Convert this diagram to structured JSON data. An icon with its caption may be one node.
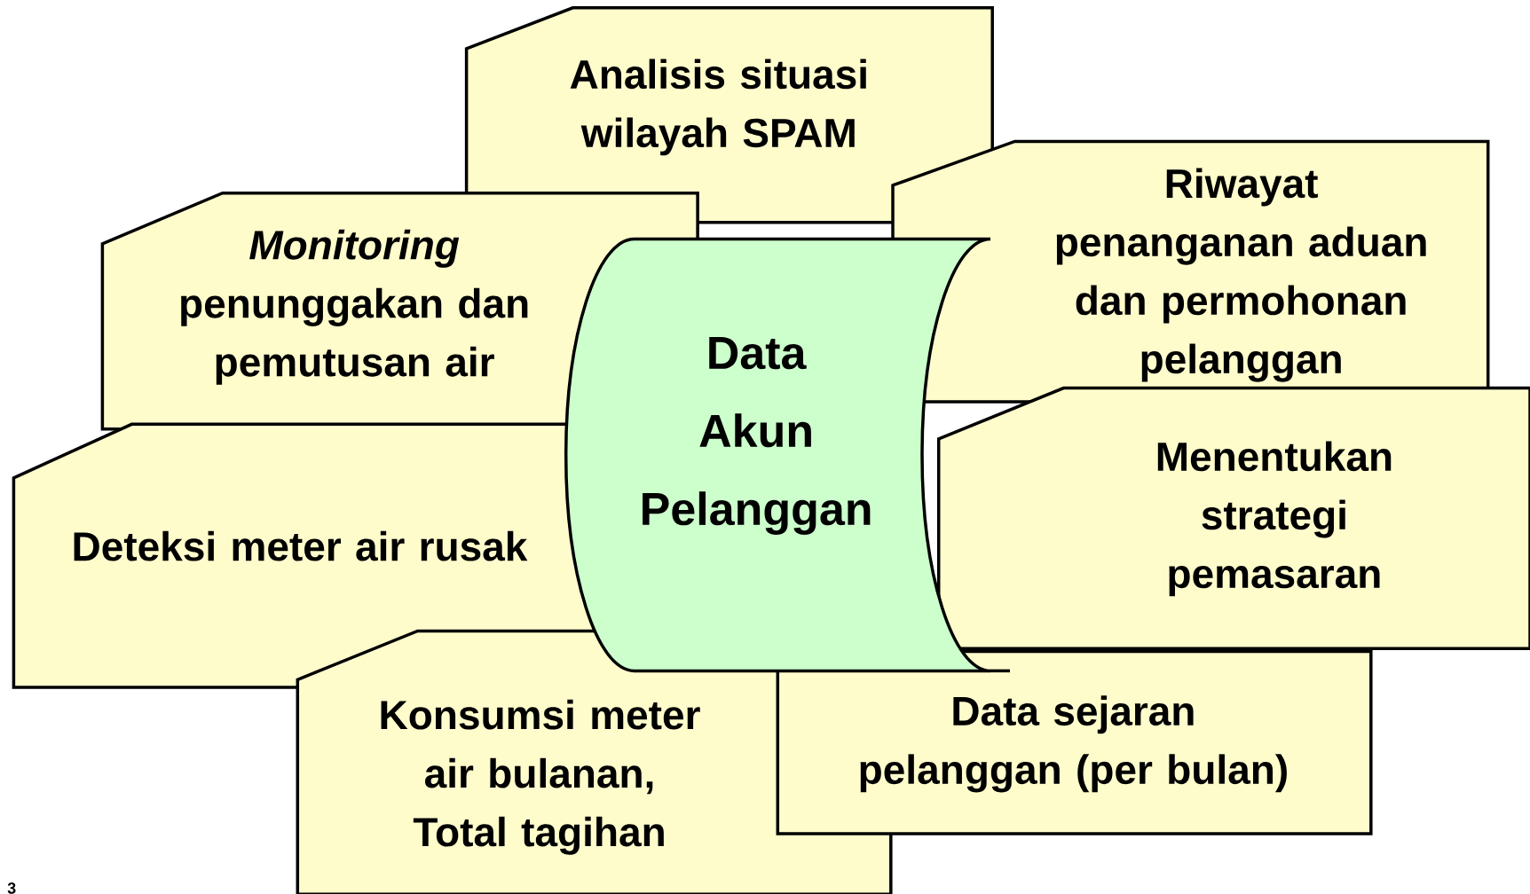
{
  "diagram": {
    "nodes": [
      {
        "text": [
          "Analisis situasi wilayah SPAM"
        ]
      },
      {
        "text": [
          "*Monitoring* penunggakan dan pemutusan air"
        ]
      },
      {
        "text": [
          "Riwayat penanganan aduan dan permohonan pelanggan"
        ]
      },
      {
        "text": [
          "Data Akun Pelanggan"
        ]
      },
      {
        "text": [
          "Deteksi meter air rusak"
        ]
      },
      {
        "text": [
          "Menentukan strategi pemasaran"
        ]
      },
      {
        "text": [
          "Konsumsi meter air bulanan, Total tagihan"
        ]
      },
      {
        "text": [
          "Data sejaran pelanggan (per bulan)"
        ]
      }
    ],
    "labels": [
      "3"
    ]
  }
}
